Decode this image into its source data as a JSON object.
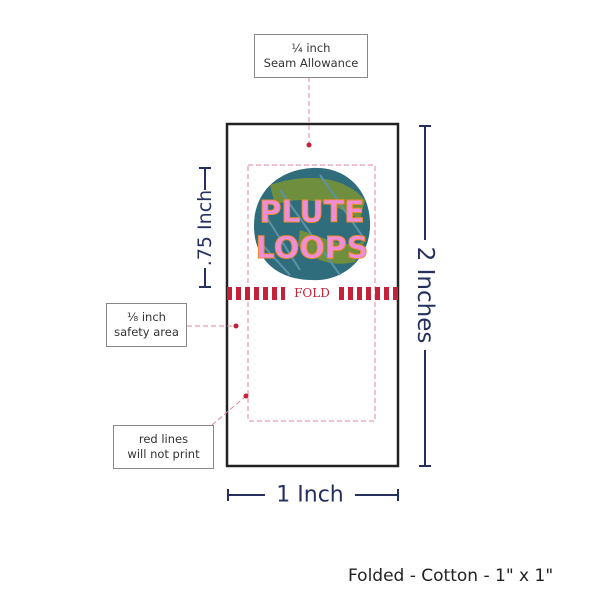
{
  "labels": {
    "seam_fraction": "¼ inch",
    "seam_text": "Seam Allowance",
    "safety_fraction": "⅛ inch",
    "safety_text": "safety area",
    "red_lines_1": "red lines",
    "red_lines_2": "will not print"
  },
  "fold_label": "FOLD",
  "dimensions": {
    "height_half": ".75 Inch",
    "height_full": "2 Inches",
    "width": "1 Inch"
  },
  "logo_text": "PLUTE LOOPS",
  "caption": "Folded - Cotton - 1\" x 1\"",
  "colors": {
    "navy": "#26305e",
    "red": "#c4213a",
    "guide": "#e0879a"
  }
}
